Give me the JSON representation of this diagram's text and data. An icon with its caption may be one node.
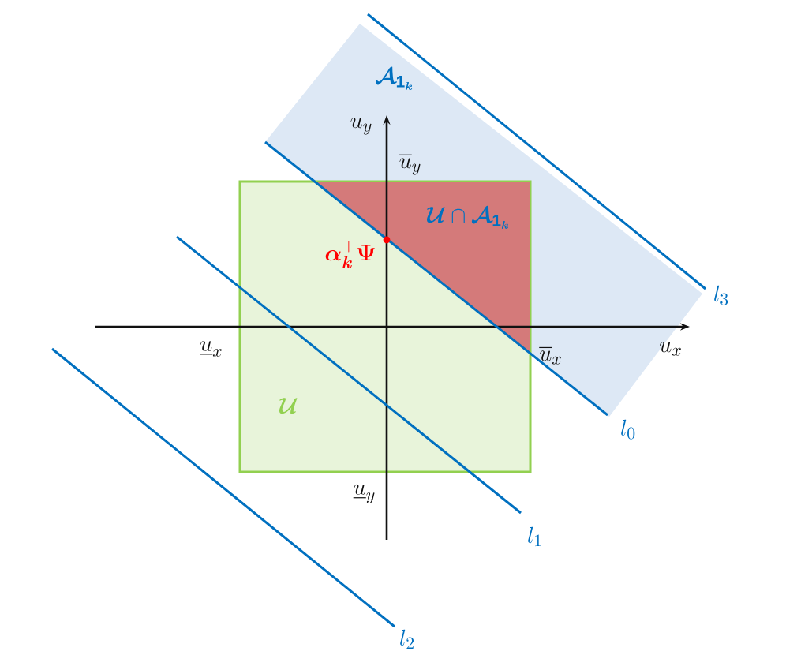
{
  "diagram": {
    "labels": [
      "\\boldsymbol{\\mathcal{A}}_{\\mathbf{1}_{\\boldsymbol{k}}}",
      "u_y",
      "\\overline{u}_y",
      "\\boldsymbol{\\mathcal{U}} \\cap \\boldsymbol{\\mathcal{A}}_{\\mathbf{1}_{\\boldsymbol{k}}}",
      "\\boldsymbol{\\alpha}_{\\boldsymbol{k}}^{\\top}\\boldsymbol{\\Psi}",
      "l_3",
      "\\underline{u}_x",
      "\\overline{u}_x",
      "u_x",
      "\\boldsymbol{\\mathcal{U}}",
      "l_0",
      "\\underline{u}_y",
      "l_1",
      "l_2"
    ]
  }
}
